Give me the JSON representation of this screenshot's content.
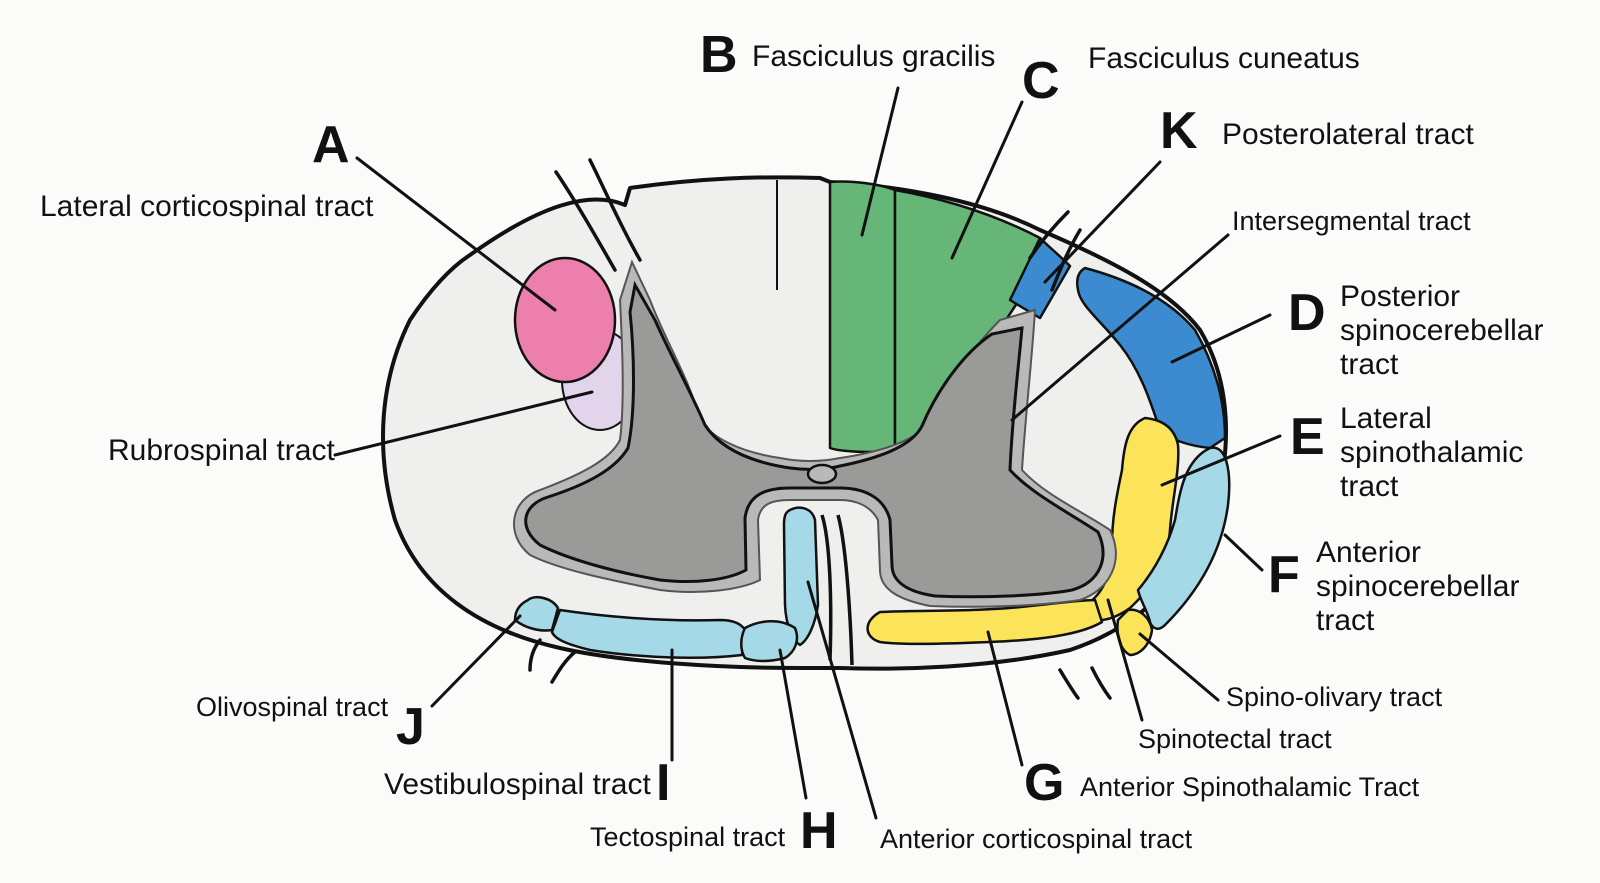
{
  "diagram": {
    "subject": "Spinal cord cross-section tracts",
    "colors": {
      "background": "#fbfbf9",
      "white_matter": "#efefed",
      "gray_matter": "#9a9a98",
      "gray_rim": "#b9b9b7",
      "pink": "#ec7fab",
      "lavender": "#e2d4ea",
      "green": "#66b677",
      "blue": "#3c8bd0",
      "light_blue": "#a6d9e8",
      "yellow": "#fbe35a",
      "outline": "#111111"
    },
    "labels": {
      "A": {
        "letter": "A",
        "name": "Lateral corticospinal tract",
        "fill_color": "pink"
      },
      "B": {
        "letter": "B",
        "name": "Fasciculus gracilis",
        "fill_color": "green"
      },
      "C": {
        "letter": "C",
        "name": "Fasciculus cuneatus",
        "fill_color": "green"
      },
      "K": {
        "letter": "K",
        "name": "Posterolateral tract",
        "fill_color": "blue"
      },
      "D": {
        "letter": "D",
        "name_lines": [
          "Posterior",
          "spinocerebellar",
          "tract"
        ],
        "fill_color": "blue"
      },
      "E": {
        "letter": "E",
        "name_lines": [
          "Lateral",
          "spinothalamic",
          "tract"
        ],
        "fill_color": "yellow"
      },
      "F": {
        "letter": "F",
        "name_lines": [
          "Anterior",
          "spinocerebellar",
          "tract"
        ],
        "fill_color": "light_blue"
      },
      "G": {
        "letter": "G",
        "name": "Anterior Spinothalamic Tract",
        "fill_color": "yellow"
      },
      "H": {
        "letter": "H",
        "name": "Tectospinal tract",
        "fill_color": "light_blue"
      },
      "I": {
        "letter": "I",
        "name": "Vestibulospinal tract",
        "fill_color": "light_blue"
      },
      "J": {
        "letter": "J",
        "name": "Olivospinal tract",
        "fill_color": "light_blue"
      }
    },
    "unlettered": {
      "rubrospinal": "Rubrospinal tract",
      "intersegmental": "Intersegmental tract",
      "spino_olivary": "Spino-olivary tract",
      "spinotectal": "Spinotectal tract",
      "anterior_corticospinal": "Anterior corticospinal tract"
    }
  }
}
